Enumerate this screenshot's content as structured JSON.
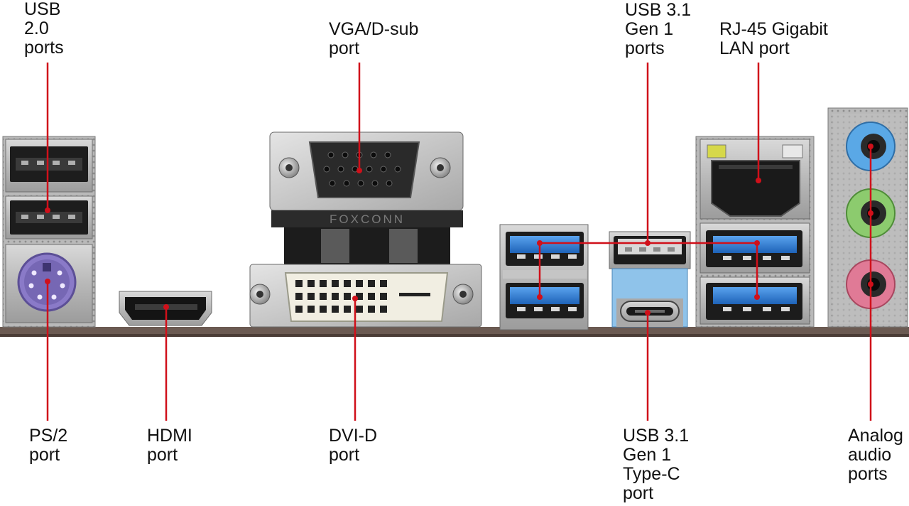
{
  "labels": {
    "usb20": [
      "USB",
      "2.0",
      "ports"
    ],
    "vga": [
      "VGA/D-sub",
      "port"
    ],
    "usb31": [
      "USB 3.1",
      "Gen 1",
      "ports"
    ],
    "rj45": [
      "RJ-45 Gigabit",
      "LAN port"
    ],
    "ps2": [
      "PS/2",
      "port"
    ],
    "hdmi": [
      "HDMI",
      "port"
    ],
    "dvi": [
      "DVI-D",
      "port"
    ],
    "usbc": [
      "USB 3.1",
      "Gen 1",
      "Type-C",
      "port"
    ],
    "audio": [
      "Analog",
      "audio",
      "ports"
    ]
  },
  "connector_branding": "FOXCONN",
  "colors": {
    "leader_line": "#d0101a",
    "usb3_blue": "#2f7fd8",
    "ps2_purple": "#8a7ac8",
    "audio_blue": "#5aa8e6",
    "audio_green": "#8ccb6e",
    "audio_pink": "#e07a96",
    "board": "#6b5a52"
  }
}
